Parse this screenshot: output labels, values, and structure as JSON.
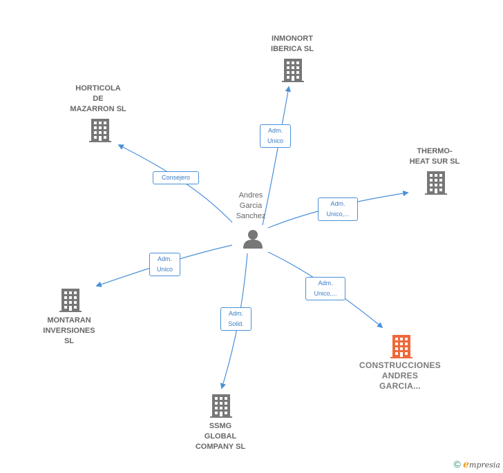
{
  "person": {
    "label": "Andres\nGarcia\nSanchez",
    "icon": "person-icon"
  },
  "companies": [
    {
      "key": "inmonort",
      "label": "INMONORT\nIBERICA  SL",
      "icon": "building-icon",
      "color": "#777777"
    },
    {
      "key": "horticola",
      "label": "HORTICOLA\nDE\nMAZARRON SL",
      "icon": "building-icon",
      "color": "#777777"
    },
    {
      "key": "thermo",
      "label": "THERMO-\nHEAT SUR  SL",
      "icon": "building-icon",
      "color": "#777777"
    },
    {
      "key": "montaran",
      "label": "MONTARAN\nINVERSIONES\nSL",
      "icon": "building-icon",
      "color": "#777777"
    },
    {
      "key": "ssmg",
      "label": "SSMG\nGLOBAL\nCOMPANY  SL",
      "icon": "building-icon",
      "color": "#777777"
    },
    {
      "key": "construcciones",
      "label": "CONSTRUCCIONES\nANDRES\nGARCIA...",
      "icon": "building-icon",
      "color": "#f0683a"
    }
  ],
  "relations": [
    {
      "target": "inmonort",
      "label": "Adm.\nUnico"
    },
    {
      "target": "horticola",
      "label": "Consejero"
    },
    {
      "target": "thermo",
      "label": "Adm.\nUnico,..."
    },
    {
      "target": "montaran",
      "label": "Adm.\nUnico"
    },
    {
      "target": "ssmg",
      "label": "Adm.\nSolid."
    },
    {
      "target": "construcciones",
      "label": "Adm.\nUnico,..."
    }
  ],
  "colors": {
    "edge": "#4a90d9",
    "edge_label": "#3a7cc6",
    "text": "#666666",
    "accent": "#f0683a"
  },
  "footer": {
    "copyright": "©",
    "brand_initial": "e",
    "brand_rest": "mpresia"
  }
}
